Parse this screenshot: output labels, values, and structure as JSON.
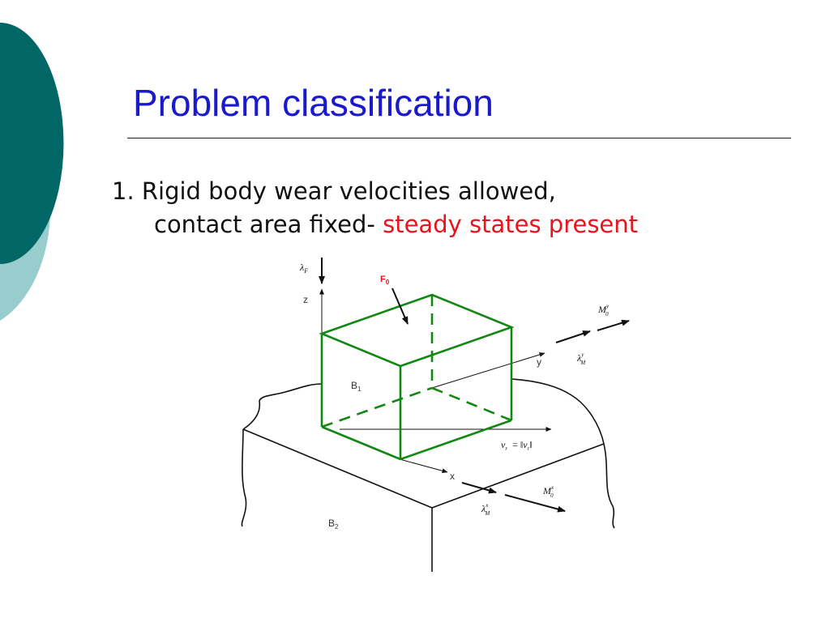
{
  "slide": {
    "title": "Problem classification",
    "bullet_line1": "1. Rigid body wear velocities allowed,",
    "bullet_line2_plain": "contact area fixed-",
    "bullet_line2_highlight": "steady states present"
  },
  "diagram": {
    "lambda_F": "λ",
    "lambda_F_sub": "F",
    "F0": "F",
    "F0_sub": "0",
    "axis_z": "z",
    "axis_y": "y",
    "axis_x": "x",
    "body1": "B",
    "body1_sub": "1",
    "body2": "B",
    "body2_sub": "2",
    "M0y": "M",
    "M0y_sub": "0",
    "M0y_sup": "y",
    "lambdaMy": "λ",
    "lambdaMy_sub": "M",
    "lambdaMy_sup": "y",
    "M0x": "M",
    "M0x_sub": "0",
    "M0x_sup": "x",
    "lambdaMx": "λ",
    "lambdaMx_sub": "M",
    "lambdaMx_sup": "x",
    "vr_lhs": "v",
    "vr_lhs_sub": "r",
    "vr_eq": "=",
    "vr_rhs": "‖v",
    "vr_rhs_sub": "r",
    "vr_rhs_end": "‖"
  },
  "colors": {
    "title": "#1a1acc",
    "highlight": "#e8141c",
    "box_green": "#128812",
    "deco_dark": "#006666",
    "deco_light": "#99cccc"
  }
}
